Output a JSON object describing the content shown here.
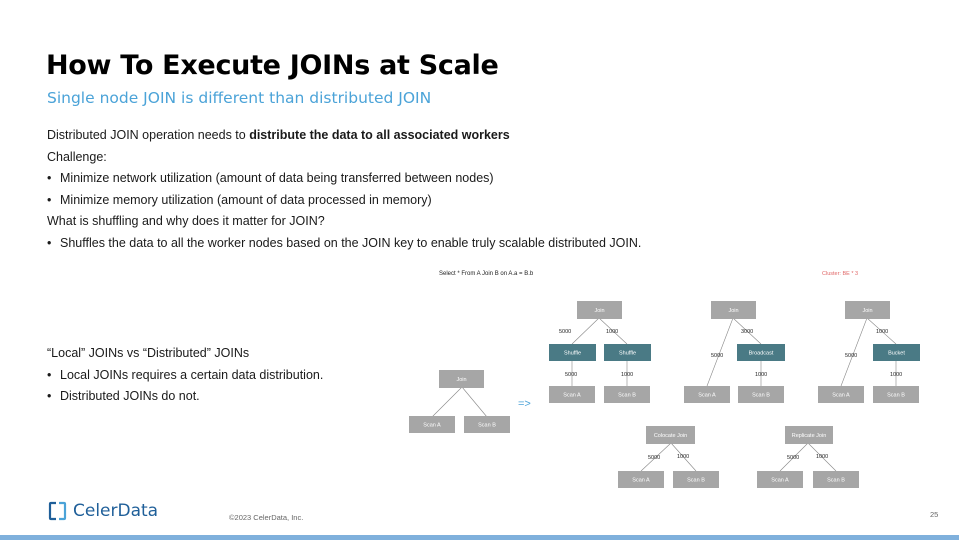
{
  "slide": {
    "title": "How To Execute JOINs at Scale",
    "subtitle": "Single node JOIN is different than distributed JOIN",
    "intro_prefix": "Distributed JOIN operation needs to ",
    "intro_bold": "distribute the data to all associated workers",
    "challenge_label": "Challenge:",
    "challenge_items": [
      "Minimize network utilization (amount of data being transferred between nodes)",
      "Minimize memory utilization (amount of data processed in memory)"
    ],
    "shuffle_question": "What is shuffling and why does it matter for JOIN?",
    "shuffle_items": [
      "Shuffles the data to all the worker nodes based on the JOIN key to enable truly scalable distributed JOIN."
    ],
    "local_vs_distributed": "“Local” JOINs vs “Distributed” JOINs",
    "local_items": [
      "Local JOINs requires a certain data distribution.",
      "Distributed JOINs do not."
    ],
    "copyright": "©2023 CelerData, Inc.",
    "page_number": "25",
    "logo_text": "CelerData"
  },
  "diagram": {
    "query": "Select * From A Join B on A.a = B.b",
    "cluster": "Cluster: BE * 3",
    "arrow": "=>",
    "colors": {
      "gray": "#a6a6a6",
      "teal": "#4a7a85",
      "line": "#888888",
      "cluster": "#e06666"
    },
    "single": {
      "join": "Join",
      "scan_a": "Scan A",
      "scan_b": "Scan B"
    },
    "shuffle_plan": {
      "join": "Join",
      "left_ex": "Shuffle",
      "right_ex": "Shuffle",
      "scan_a": "Scan A",
      "scan_b": "Scan B",
      "in_left": "5000",
      "in_right": "1000",
      "out_left": "5000",
      "out_right": "1000"
    },
    "broadcast_plan": {
      "join": "Join",
      "ex": "Broadcast",
      "scan_a": "Scan A",
      "scan_b": "Scan B",
      "in_left": "5000",
      "in_right": "3000",
      "out_right": "1000"
    },
    "bucket_plan": {
      "join": "Join",
      "ex": "Bucket",
      "scan_a": "Scan A",
      "scan_b": "Scan B",
      "in_left": "5000",
      "in_right": "1000",
      "out_right": "1000"
    },
    "colocate_plan": {
      "join": "Colocate Join",
      "scan_a": "Scan A",
      "scan_b": "Scan B",
      "in_left": "5000",
      "in_right": "1000"
    },
    "replicate_plan": {
      "join": "Replicate Join",
      "scan_a": "Scan A",
      "scan_b": "Scan B",
      "in_left": "5000",
      "in_right": "1000"
    }
  }
}
